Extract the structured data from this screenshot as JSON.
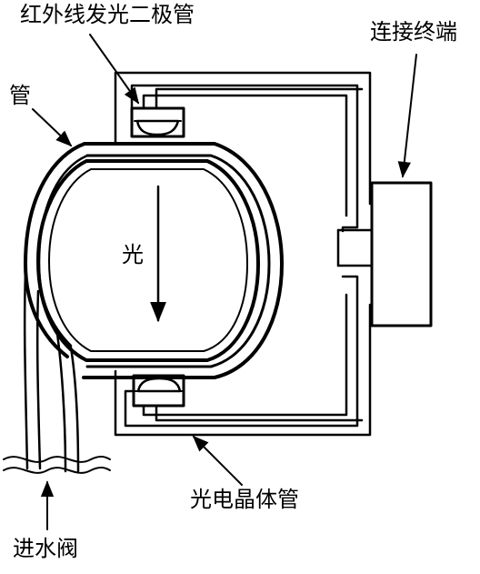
{
  "labels": {
    "ir_diode": "红外线发光二极管",
    "terminal": "连接终端",
    "pipe": "管",
    "light": "光",
    "phototransistor": "光电晶体管",
    "inlet_valve": "进水阀"
  },
  "colors": {
    "stroke": "#000000",
    "background": "#ffffff"
  }
}
